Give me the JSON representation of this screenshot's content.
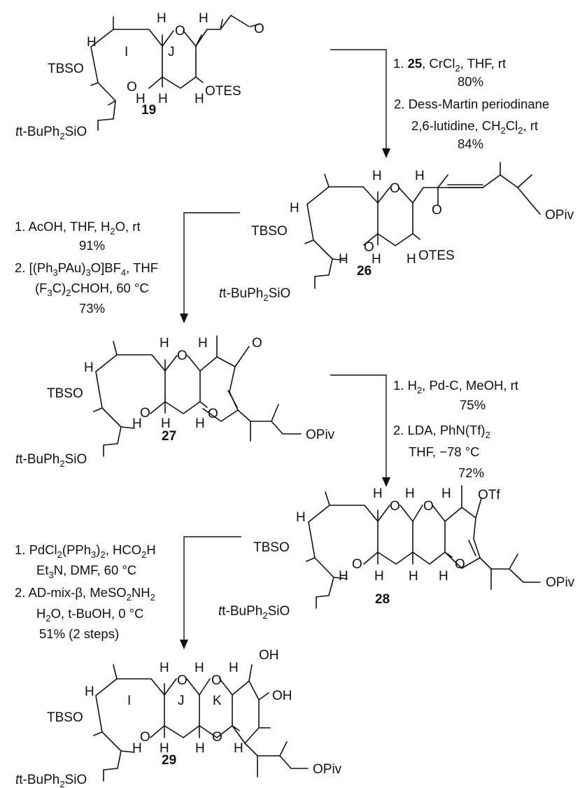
{
  "compounds": {
    "c19": "19",
    "c26": "26",
    "c27": "27",
    "c28": "28",
    "c29": "29"
  },
  "ring_labels": {
    "I": "I",
    "J": "J",
    "K": "K"
  },
  "groups": {
    "TBSO": "TBSO",
    "OTES": "OTES",
    "OPiv": "OPiv",
    "OTf": "OTf",
    "OH": "OH",
    "H": "H",
    "O": "O",
    "silyl_prefix": "t-BuPh",
    "silyl_sub": "2",
    "silyl_suffix": "SiO"
  },
  "step1": {
    "line1_pre": "1. ",
    "line1_bold": "25",
    "line1_post": ", CrCl",
    "line1_sub": "2",
    "line1_end": ", THF,  rt",
    "yield1": "80%",
    "line2": "2. Dess-Martin periodinane",
    "line3_pre": "2,6-lutidine, CH",
    "line3_sub1": "2",
    "line3_mid": "Cl",
    "line3_sub2": "2",
    "line3_end": ", rt",
    "yield2": "84%"
  },
  "step2": {
    "line1_pre": "1. AcOH, THF,  H",
    "line1_sub": "2",
    "line1_end": "O, rt",
    "yield1": "91%",
    "line2_pre": "2. [(Ph",
    "line2_sub1": "3",
    "line2_mid": "PAu)",
    "line2_sub2": "3",
    "line2_mid2": "O]BF",
    "line2_sub3": "4",
    "line2_end": ", THF",
    "line3_pre": "(F",
    "line3_sub1": "3",
    "line3_mid": "C)",
    "line3_sub2": "2",
    "line3_end": "CHOH, 60 °C",
    "yield2": "73%"
  },
  "step3": {
    "line1_pre": "1. H",
    "line1_sub": "2",
    "line1_end": ", Pd-C, MeOH, rt",
    "yield1": "75%",
    "line2_pre": "2. LDA, PhN(Tf)",
    "line2_sub": "2",
    "line3": "THF,  −78 °C",
    "yield2": "72%"
  },
  "step4": {
    "line1_pre": "1. PdCl",
    "line1_sub1": "2",
    "line1_mid": "(PPh",
    "line1_sub2": "3",
    "line1_mid2": ")",
    "line1_sub3": "2",
    "line1_end": ", HCO",
    "line1_sub4": "2",
    "line1_end2": "H",
    "line2_pre": "Et",
    "line2_sub": "3",
    "line2_end": "N, DMF, 60 °C",
    "line3_pre": "2. AD-mix-β, MeSO",
    "line3_sub1": "2",
    "line3_mid": "NH",
    "line3_sub2": "2",
    "line4_pre": "H",
    "line4_sub": "2",
    "line4_end": "O, t-BuOH, 0 °C",
    "yield": "51% (2 steps)"
  }
}
